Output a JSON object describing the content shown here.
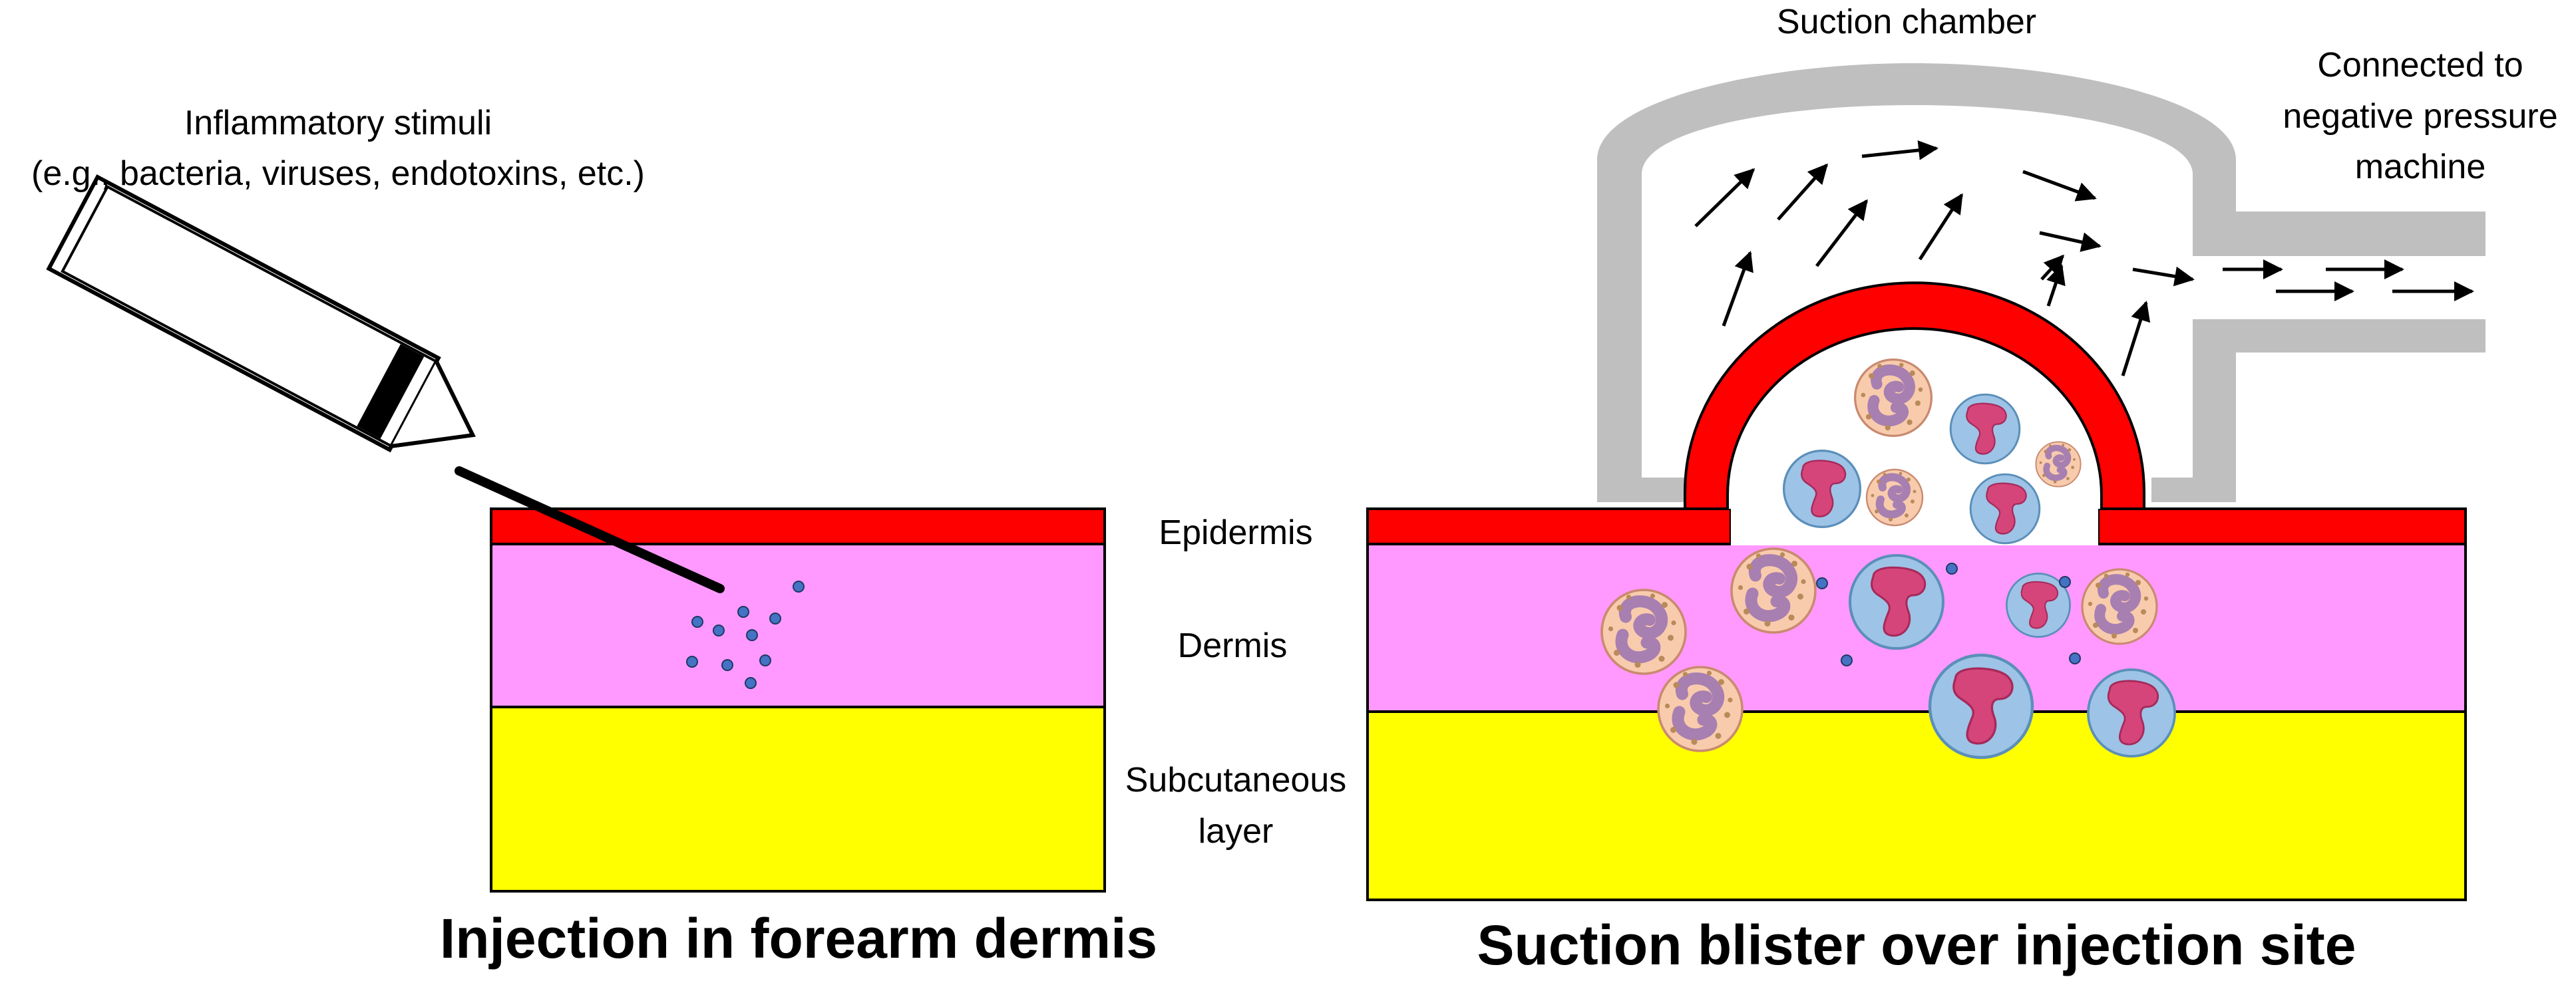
{
  "left_panel": {
    "stimulus_line1": "Inflammatory stimuli",
    "stimulus_line2": "(e.g., bacteria, viruses, endotoxins, etc.)",
    "caption": "Injection in forearm dermis"
  },
  "layer_labels": {
    "epidermis": "Epidermis",
    "dermis": "Dermis",
    "subcutaneous_line1": "Subcutaneous",
    "subcutaneous_line2": "layer"
  },
  "right_panel": {
    "chamber_label": "Suction chamber",
    "connection_line1": "Connected to",
    "connection_line2": "negative pressure",
    "connection_line3": "machine",
    "caption": "Suction blister over injection site"
  },
  "colors": {
    "epidermis": "#ff0000",
    "dermis": "#ff99ff",
    "subcutaneous": "#ffff00",
    "chamber": "#bfbfbf",
    "stimulus_particle": "#4472c4",
    "neutrophil_fill": "#f8cbad",
    "neutrophil_nucleus": "#a77fb0",
    "monocyte_fill": "#9dc3e6",
    "monocyte_nucleus": "#d6457a"
  }
}
